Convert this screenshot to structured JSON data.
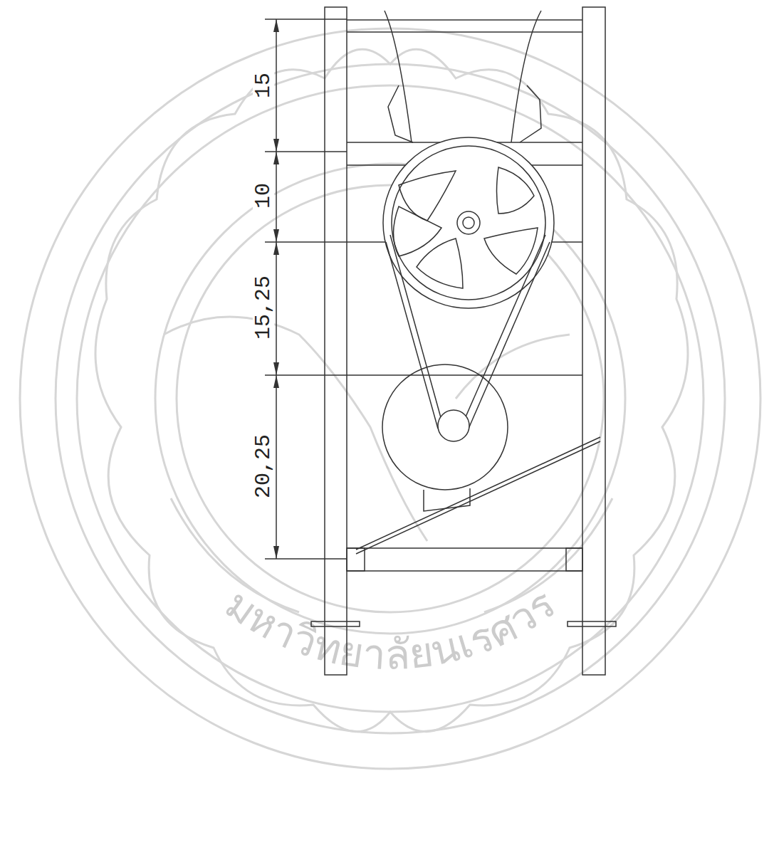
{
  "diagram": {
    "labels": [
      "15",
      "10",
      "15,25",
      "20,25",
      "มหาวิทยาลัยนเรศวร"
    ]
  }
}
